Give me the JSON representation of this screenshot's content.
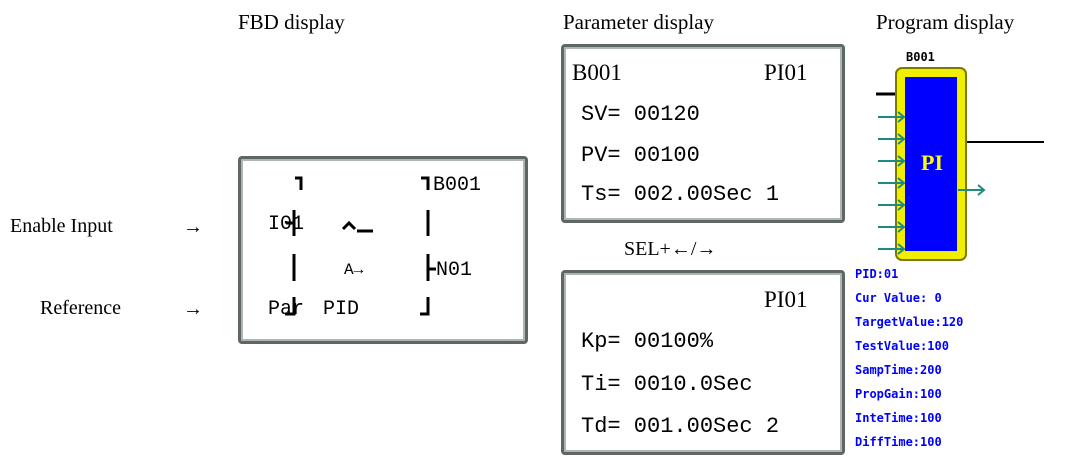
{
  "captions": {
    "fbd": "FBD display",
    "parameter": "Parameter display",
    "program": "Program display"
  },
  "side_labels": {
    "enable": "Enable Input",
    "reference": "Reference",
    "arrow": "→"
  },
  "fbd": {
    "block": "B001",
    "input1": "I01",
    "param": "Par",
    "function": "PID",
    "symbol": "A→",
    "output": "N01"
  },
  "param_screen1": {
    "block": "B001",
    "id": "PI01",
    "sv": "SV= 00120",
    "pv": "PV= 00100",
    "ts": "Ts= 002.00Sec 1"
  },
  "switch_label": "SEL+←/→",
  "param_screen2": {
    "id": "PI01",
    "kp": "Kp= 00100%",
    "ti": "Ti= 0010.0Sec",
    "td": "Td= 001.00Sec 2"
  },
  "program": {
    "block": "B001",
    "label": "PI",
    "lines": [
      "PID:01",
      "Cur Value: 0",
      "TargetValue:120",
      "TestValue:100",
      "SampTime:200",
      "PropGain:100",
      "InteTime:100",
      "DiffTime:100"
    ],
    "colors": {
      "block_fill": "#0000ff",
      "block_border": "#f0ef00",
      "arrow": "#1f8a83",
      "label": "#ffff00",
      "text": "#0000ff"
    }
  }
}
